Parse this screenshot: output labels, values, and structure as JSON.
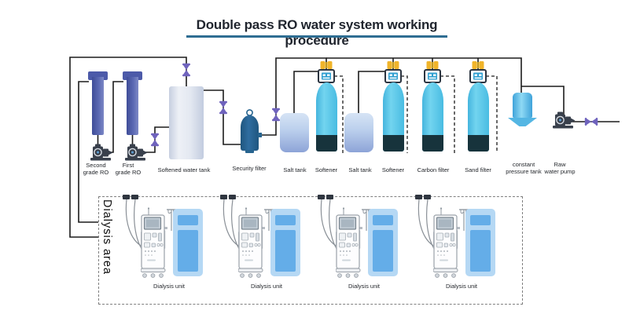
{
  "title": {
    "text": "Double pass RO water system working procedure"
  },
  "colors": {
    "title_text": "#20252E",
    "title_underline": "#2E6D92",
    "pipe": "#1C1C1C",
    "ro_column": "#4C5AA9",
    "pump_body": "#39404C",
    "valve_purple": "#6F63BD",
    "valve_yellow": "#F0B42A",
    "vessel_cyan": "#52C3E7",
    "vessel_base": "#17333C",
    "salt_tank": "#9BB0DC",
    "softened_tank": "#DDE3EF",
    "security_filter": "#27648F",
    "pressure_tank": "#54B6E3",
    "bed_outer": "#B5D8F4",
    "bed_inner": "#64ADE8",
    "dialysis_border": "#7F7F7F"
  },
  "equipment": {
    "second_grade_ro": "Second\ngrade RO",
    "first_grade_ro": "First\ngrade RO",
    "softened_water_tank": "Softened water tank",
    "security_filter": "Security filter",
    "salt_tank_1": "Salt tank",
    "softener_1": "Softener",
    "salt_tank_2": "Salt tank",
    "softener_2": "Softener",
    "carbon_filter": "Carbon filter",
    "sand_filter": "Sand filter",
    "constant_pressure_tank": "constant\npressure tank",
    "raw_water_pump": "Raw\nwater pump"
  },
  "dialysis": {
    "area_label": "Dialysis area",
    "units": [
      {
        "label": "Dialysis unit"
      },
      {
        "label": "Dialysis unit"
      },
      {
        "label": "Dialysis unit"
      },
      {
        "label": "Dialysis unit"
      }
    ]
  }
}
